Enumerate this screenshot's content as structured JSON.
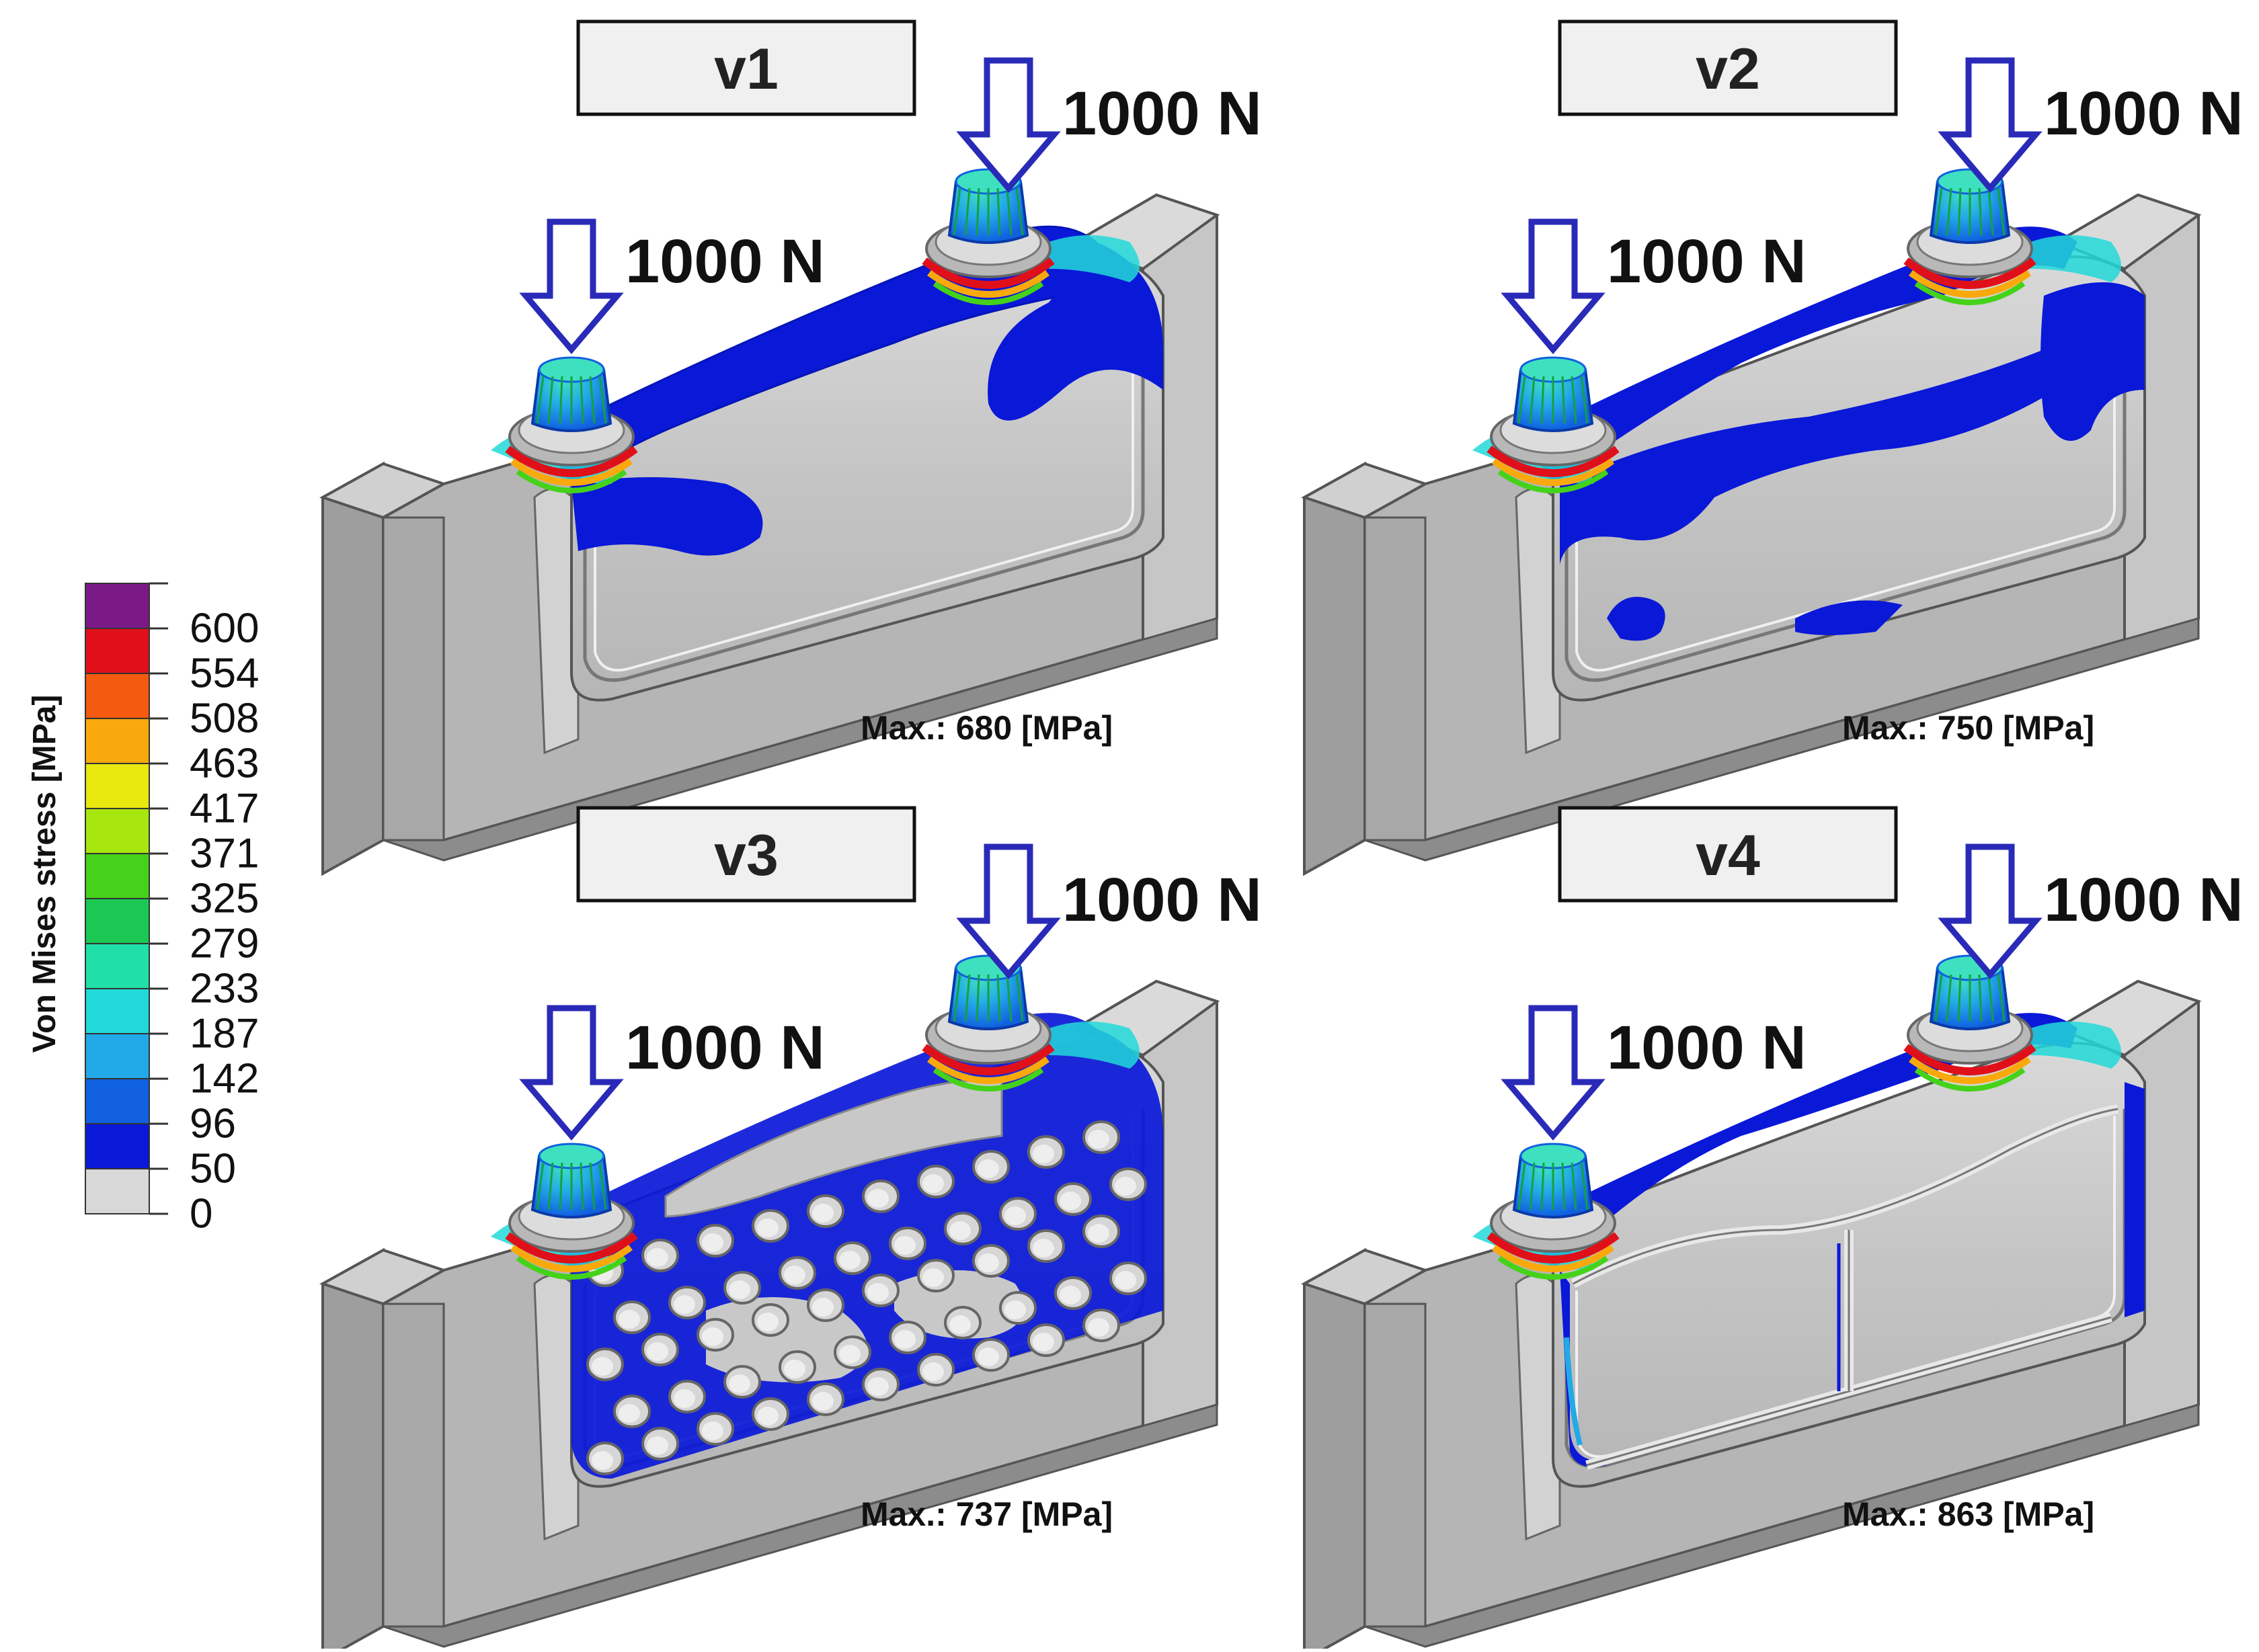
{
  "colorbar": {
    "title": "Von Mises stress [MPa]",
    "ticks": [
      "600",
      "554",
      "508",
      "463",
      "417",
      "371",
      "325",
      "279",
      "233",
      "187",
      "142",
      "96",
      "50",
      "0"
    ],
    "colors": [
      "#7b1a86",
      "#e0101a",
      "#f45a10",
      "#f9a90c",
      "#e8e80f",
      "#a8e60f",
      "#45d21a",
      "#1ac853",
      "#20e0a8",
      "#22d9d9",
      "#22a9e8",
      "#1060e0",
      "#0a18d8",
      "#d8d8d8"
    ]
  },
  "load_label": "1000 N",
  "panels": [
    {
      "version": "v1",
      "max_label": "Max.: 680 [MPa]",
      "variant": "solid"
    },
    {
      "version": "v2",
      "max_label": "Max.: 750 [MPa]",
      "variant": "ribs"
    },
    {
      "version": "v3",
      "max_label": "Max.: 737 [MPa]",
      "variant": "holes"
    },
    {
      "version": "v4",
      "max_label": "Max.: 863 [MPa]",
      "variant": "frame"
    }
  ]
}
